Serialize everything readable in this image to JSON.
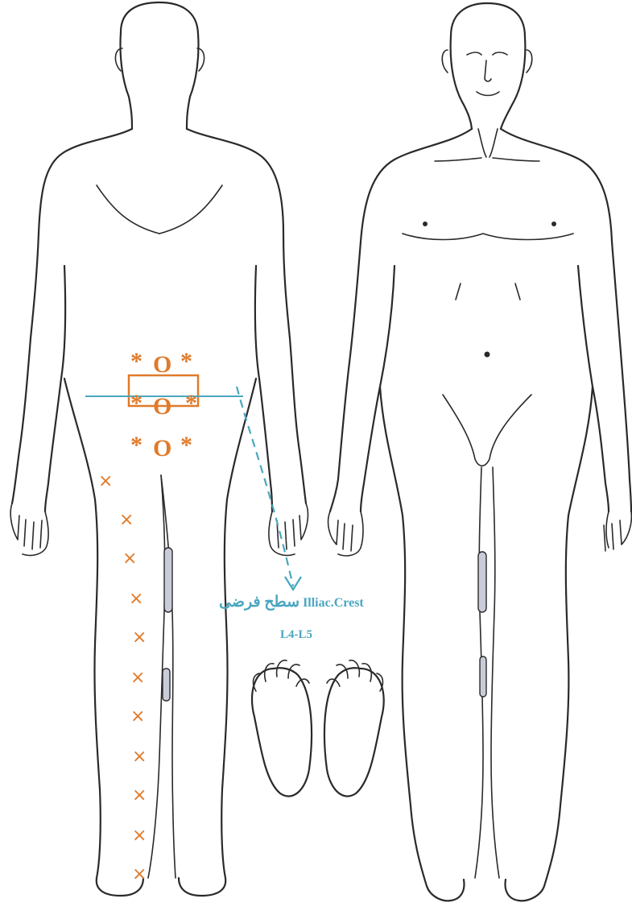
{
  "colors": {
    "marker": "#e07a2a",
    "line": "#4aa6bf",
    "outline": "#2a2a2a"
  },
  "labels": {
    "crest_latin": "Illiac.Crest",
    "crest_persian": "سطح فرضی",
    "level": "L4-L5"
  },
  "markers": {
    "rows": [
      [
        "*",
        "O",
        "*"
      ],
      [
        "*",
        "O",
        "*"
      ],
      [
        "*",
        "O",
        "*"
      ]
    ],
    "x_symbol": "×",
    "x_count": 11
  }
}
